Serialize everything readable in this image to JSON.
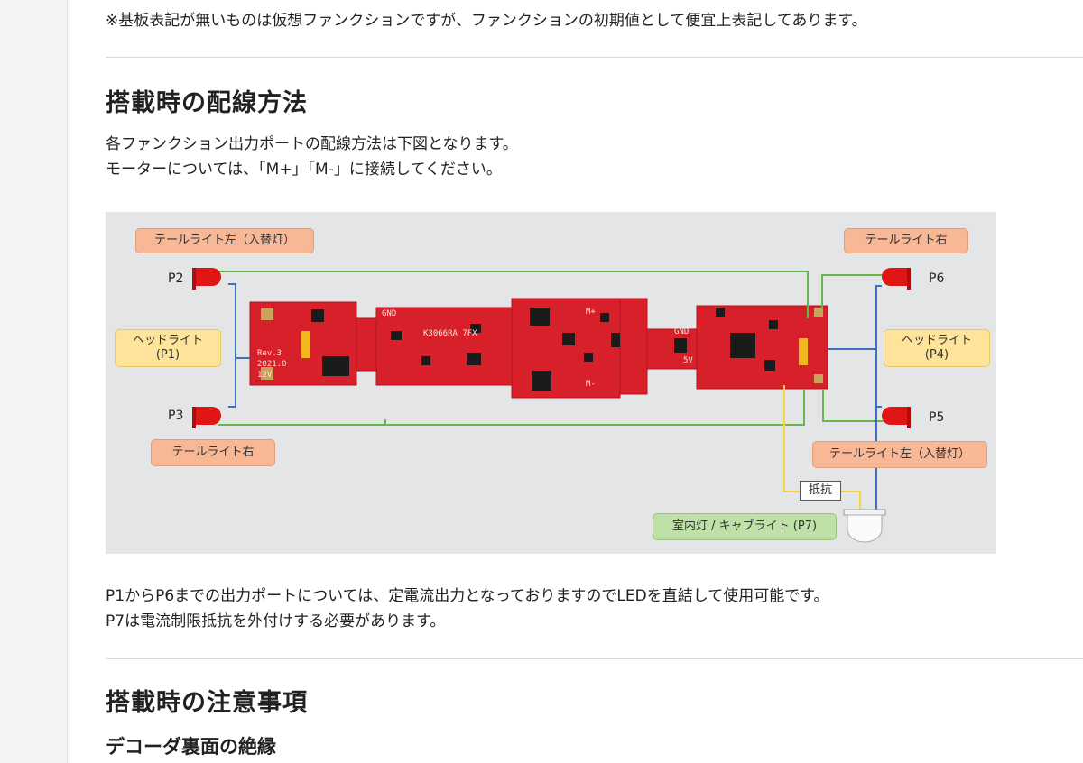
{
  "note": "※基板表記が無いものは仮想ファンクションですが、ファンクションの初期値として便宜上表記してあります。",
  "section1": {
    "title": "搭載時の配線方法",
    "intro_lines": [
      "各ファンクション出力ポートの配線方法は下図となります。",
      "モーターについては、「M+」「M-」に接続してください。"
    ]
  },
  "figure": {
    "labels": {
      "tail_left_top": "テールライト左（入替灯）",
      "tail_right_top": "テールライト右",
      "head_left": [
        "ヘッドライト",
        "(P1)"
      ],
      "head_right": [
        "ヘッドライト",
        "(P4)"
      ],
      "tail_right_bottom": "テールライト右",
      "tail_left_bottom": "テールライト左（入替灯）",
      "resistor": "抵抗",
      "room_light": "室内灯 / キャブライト (P7)"
    },
    "ports": {
      "p2": "P2",
      "p3": "P3",
      "p6": "P6",
      "p5": "P5"
    },
    "pcb_silkscreen": [
      "Rev.3",
      "2021.0",
      "12V",
      "GND",
      "K3066RA 7FX",
      "M+",
      "M-",
      "GND",
      "5V"
    ],
    "colors": {
      "pcb": "#d8202a",
      "led": "#e01515",
      "wire_green": "#66b84a",
      "wire_blue": "#3c6fc6",
      "wire_yellow": "#f3d63a"
    }
  },
  "section1_body_lines": [
    "P1からP6までの出力ポートについては、定電流出力となっておりますのでLEDを直結して使用可能です。",
    "P7は電流制限抵抗を外付けする必要があります。"
  ],
  "section2": {
    "title": "搭載時の注意事項",
    "subtitle": "デコーダ裏面の絶縁"
  }
}
